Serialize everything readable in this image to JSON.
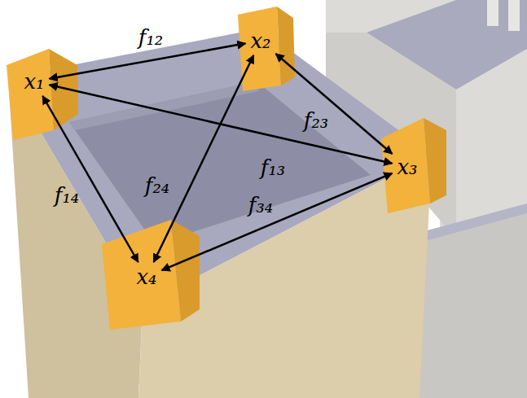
{
  "diagram": {
    "nodes": [
      {
        "text": [
          "x₁"
        ]
      },
      {
        "text": [
          "x₂"
        ]
      },
      {
        "text": [
          "x₃"
        ]
      },
      {
        "text": [
          "x₄"
        ]
      }
    ],
    "edges": [
      {
        "from": 0,
        "to": 1,
        "arrow": "both",
        "label": "f₁₂"
      },
      {
        "from": 1,
        "to": 2,
        "arrow": "both",
        "label": "f₂₃"
      },
      {
        "from": 0,
        "to": 2,
        "arrow": "both",
        "label": "f₁₃"
      },
      {
        "from": 1,
        "to": 3,
        "arrow": "both",
        "label": "f₂₄"
      },
      {
        "from": 0,
        "to": 3,
        "arrow": "both",
        "label": "f₁₄"
      },
      {
        "from": 2,
        "to": 3,
        "arrow": "both",
        "label": "f₃₄"
      }
    ]
  }
}
